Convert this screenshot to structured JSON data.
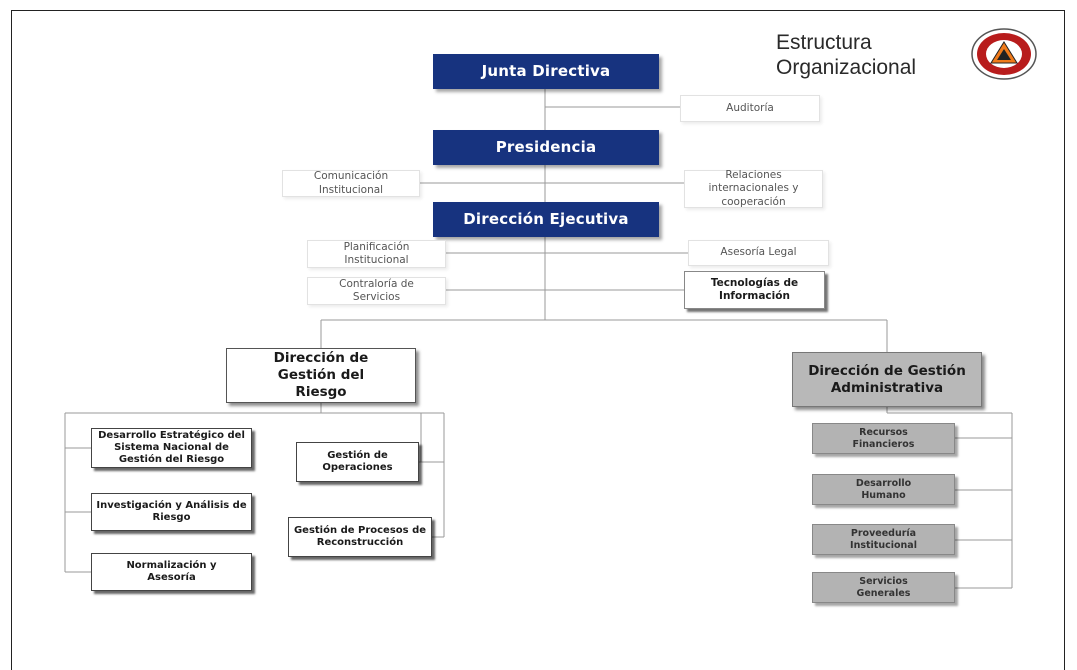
{
  "header": {
    "title_line1": "Estructura",
    "title_line2": "Organizacional"
  },
  "colors": {
    "navy": "#17337f",
    "gray_box": "#b8b8b8",
    "gray_unit": "#b3b3b3",
    "logo_red": "#b81c1c",
    "logo_orange": "#f07a1a"
  },
  "chart": {
    "junta": "Junta Directiva",
    "auditoria": "Auditoría",
    "presidencia": "Presidencia",
    "comunicacion": "Comunicación Institucional",
    "relaciones": "Relaciones internacionales y cooperación",
    "direccion_ejecutiva": "Dirección Ejecutiva",
    "planificacion": "Planificación Institucional",
    "asesoria_legal": "Asesoría Legal",
    "contraloria": "Contraloría de Servicios",
    "tecnologias": "Tecnologías de Información",
    "dgr": "Dirección de Gestión del Riesgo",
    "dga": "Dirección de Gestión Administrativa",
    "desarrollo_estrategico": "Desarrollo Estratégico del Sistema Nacional de Gestión del Riesgo",
    "investigacion": "Investigación y Análisis de Riesgo",
    "normalizacion": "Normalización y Asesoría",
    "operaciones": "Gestión de Operaciones",
    "reconstruccion": "Gestión de Procesos de Reconstrucción",
    "recursos_financieros": "Recursos Financieros",
    "desarrollo_humano": "Desarrollo Humano",
    "proveeduria": "Proveeduría Institucional",
    "servicios_generales": "Servicios Generales"
  }
}
